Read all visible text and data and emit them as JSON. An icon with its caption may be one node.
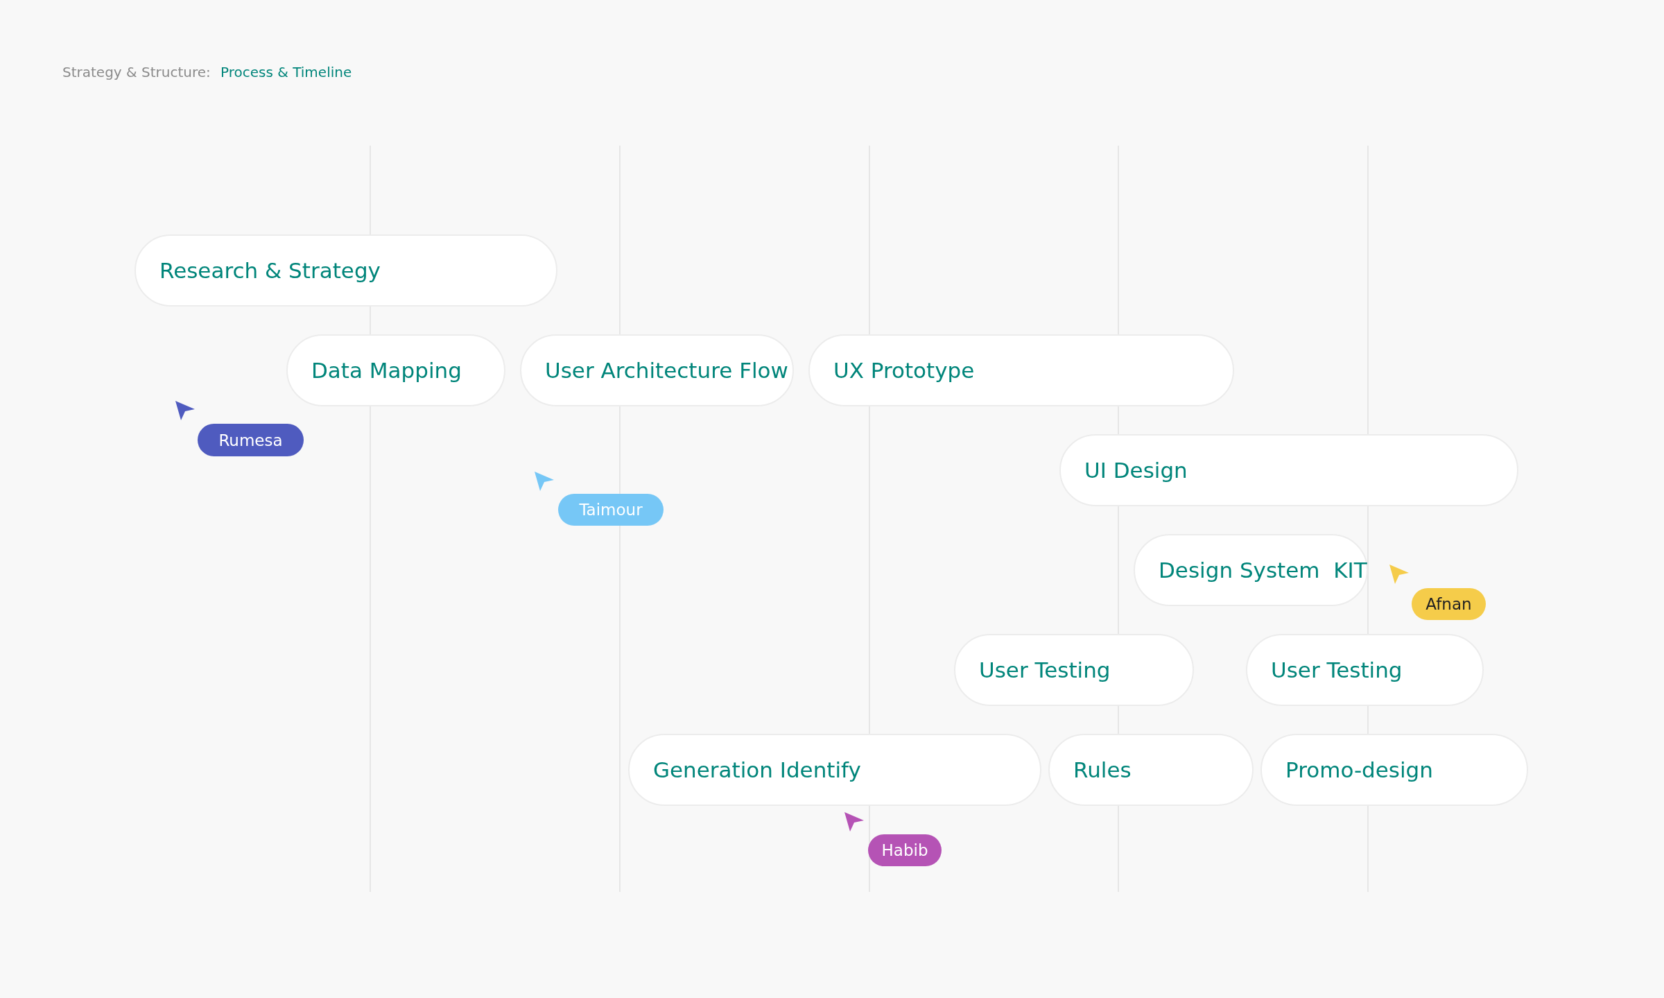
{
  "diagram": {
    "nodes": [
      {
        "text": [
          "Research & Strategy"
        ]
      },
      {
        "text": [
          "Data Mapping"
        ]
      },
      {
        "text": [
          "User Architecture Flow"
        ]
      },
      {
        "text": [
          "UX Prototype"
        ]
      },
      {
        "text": [
          "UI Design"
        ]
      },
      {
        "text": [
          "Design System  KIT"
        ]
      },
      {
        "text": [
          "User Testing"
        ]
      },
      {
        "text": [
          "User Testing"
        ]
      },
      {
        "text": [
          "Generation Identify"
        ]
      },
      {
        "text": [
          "Rules"
        ]
      },
      {
        "text": [
          "Promo-design"
        ]
      },
      {
        "text": [
          "Rumesa"
        ]
      },
      {
        "text": [
          "Taimour"
        ]
      },
      {
        "text": [
          "Afnan"
        ]
      },
      {
        "text": [
          "Habib"
        ]
      }
    ],
    "labels": [
      "Strategy & Structure:",
      "Process & Timeline"
    ]
  }
}
